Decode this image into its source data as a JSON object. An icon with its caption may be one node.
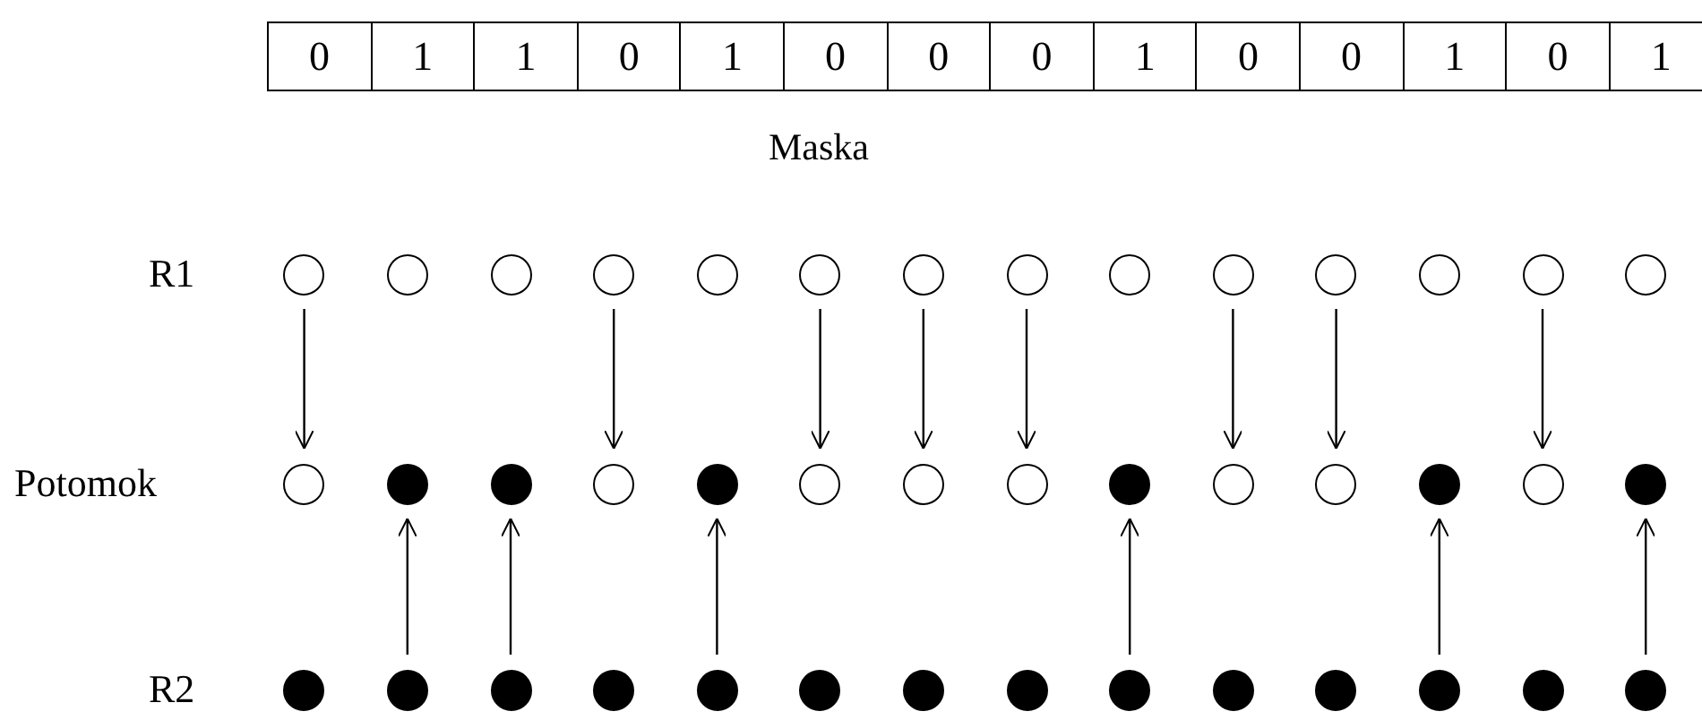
{
  "diagram": {
    "nodes": [
      {
        "text": [
          "0"
        ]
      },
      {
        "text": [
          "1"
        ]
      },
      {
        "text": [
          "1"
        ]
      },
      {
        "text": [
          "0"
        ]
      },
      {
        "text": [
          "1"
        ]
      },
      {
        "text": [
          "0"
        ]
      },
      {
        "text": [
          "0"
        ]
      },
      {
        "text": [
          "0"
        ]
      },
      {
        "text": [
          "1"
        ]
      },
      {
        "text": [
          "0"
        ]
      },
      {
        "text": [
          "0"
        ]
      },
      {
        "text": [
          "1"
        ]
      },
      {
        "text": [
          "0"
        ]
      },
      {
        "text": [
          "1"
        ]
      },
      {
        "text": [],
        "shape": "circle"
      },
      {
        "text": [],
        "shape": "circle"
      },
      {
        "text": [],
        "shape": "circle"
      },
      {
        "text": [],
        "shape": "circle"
      },
      {
        "text": [],
        "shape": "circle"
      },
      {
        "text": [],
        "shape": "circle"
      },
      {
        "text": [],
        "shape": "circle"
      },
      {
        "text": [],
        "shape": "circle"
      },
      {
        "text": [],
        "shape": "circle"
      },
      {
        "text": [],
        "shape": "circle"
      },
      {
        "text": [],
        "shape": "circle"
      },
      {
        "text": [],
        "shape": "circle"
      },
      {
        "text": [],
        "shape": "circle"
      },
      {
        "text": [],
        "shape": "circle"
      },
      {
        "text": [],
        "shape": "circle"
      },
      {
        "text": [],
        "shape": "dot"
      },
      {
        "text": [],
        "shape": "dot"
      },
      {
        "text": [],
        "shape": "circle"
      },
      {
        "text": [],
        "shape": "dot"
      },
      {
        "text": [],
        "shape": "circle"
      },
      {
        "text": [],
        "shape": "circle"
      },
      {
        "text": [],
        "shape": "circle"
      },
      {
        "text": [],
        "shape": "dot"
      },
      {
        "text": [],
        "shape": "circle"
      },
      {
        "text": [],
        "shape": "circle"
      },
      {
        "text": [],
        "shape": "dot"
      },
      {
        "text": [],
        "shape": "circle"
      },
      {
        "text": [],
        "shape": "dot"
      },
      {
        "text": [],
        "shape": "dot"
      },
      {
        "text": [],
        "shape": "dot"
      },
      {
        "text": [],
        "shape": "dot"
      },
      {
        "text": [],
        "shape": "dot"
      },
      {
        "text": [],
        "shape": "dot"
      },
      {
        "text": [],
        "shape": "dot"
      },
      {
        "text": [],
        "shape": "dot"
      },
      {
        "text": [],
        "shape": "dot"
      },
      {
        "text": [],
        "shape": "dot"
      },
      {
        "text": [],
        "shape": "dot"
      },
      {
        "text": [],
        "shape": "dot"
      },
      {
        "text": [],
        "shape": "dot"
      },
      {
        "text": [],
        "shape": "dot"
      },
      {
        "text": [],
        "shape": "dot"
      }
    ],
    "edges": [
      {
        "from": 14,
        "to": 28,
        "arrow": "to"
      },
      {
        "from": 17,
        "to": 31,
        "arrow": "to"
      },
      {
        "from": 19,
        "to": 33,
        "arrow": "to"
      },
      {
        "from": 20,
        "to": 34,
        "arrow": "to"
      },
      {
        "from": 21,
        "to": 35,
        "arrow": "to"
      },
      {
        "from": 23,
        "to": 37,
        "arrow": "to"
      },
      {
        "from": 24,
        "to": 38,
        "arrow": "to"
      },
      {
        "from": 26,
        "to": 40,
        "arrow": "to"
      },
      {
        "from": 43,
        "to": 29,
        "arrow": "to"
      },
      {
        "from": 44,
        "to": 30,
        "arrow": "to"
      },
      {
        "from": 46,
        "to": 32,
        "arrow": "to"
      },
      {
        "from": 50,
        "to": 36,
        "arrow": "to"
      },
      {
        "from": 53,
        "to": 39,
        "arrow": "to"
      },
      {
        "from": 55,
        "to": 41,
        "arrow": "to"
      }
    ],
    "labels": [
      "Maska",
      "R1",
      "Potomok",
      "R2"
    ]
  }
}
